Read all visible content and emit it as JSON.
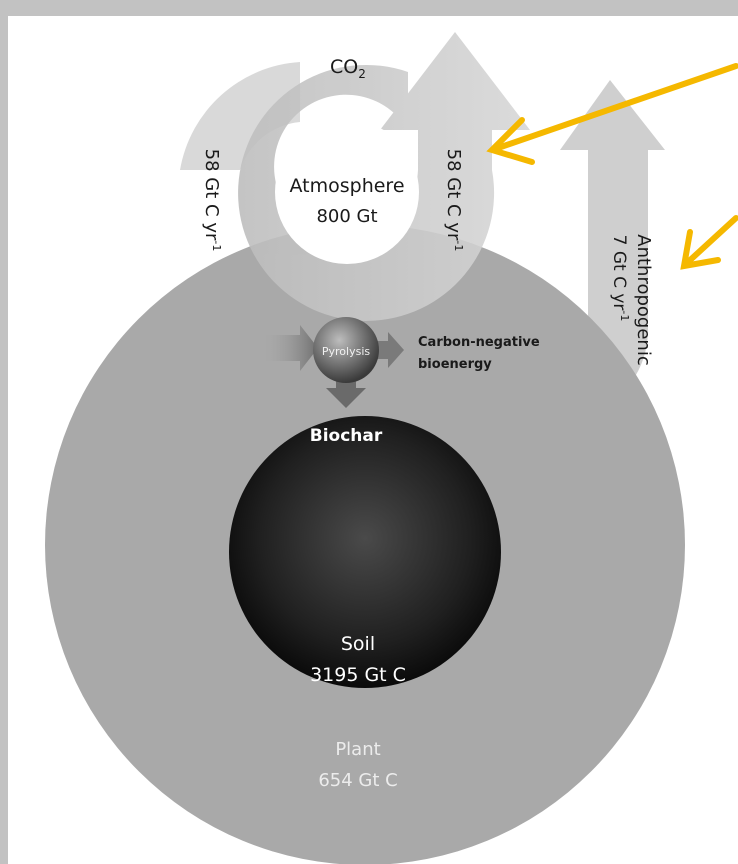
{
  "diagram": {
    "co2_label": "CO",
    "co2_sub": "2",
    "atmosphere": {
      "name": "Atmosphere",
      "amount": "800 Gt"
    },
    "left_flux": "58 Gt C yr",
    "right_flux": "58 Gt C yr",
    "flux_exp": "-1",
    "anthropogenic": {
      "name": "Anthropogenic",
      "flux": "7 Gt C yr",
      "flux_exp": "-1"
    },
    "pyrolysis": "Pyrolysis",
    "carbon_negative": {
      "line1": "Carbon-negative",
      "line2": "bioenergy"
    },
    "biochar": "Biochar",
    "soil": {
      "name": "Soil",
      "amount": "3195 Gt C"
    },
    "plant": {
      "name": "Plant",
      "amount": "654 Gt C"
    }
  },
  "colors": {
    "background": "#c2c2c2",
    "arrow_accent": "#f5b800",
    "plant_disc": "#a9a9a9",
    "soil_disc": "#1e1e1e",
    "cycle_arrow": "#c8c8c8"
  },
  "icons": [
    "co2-cycle-arrow",
    "anthropogenic-arrow",
    "pyrolysis-sphere",
    "highlight-arrow"
  ]
}
